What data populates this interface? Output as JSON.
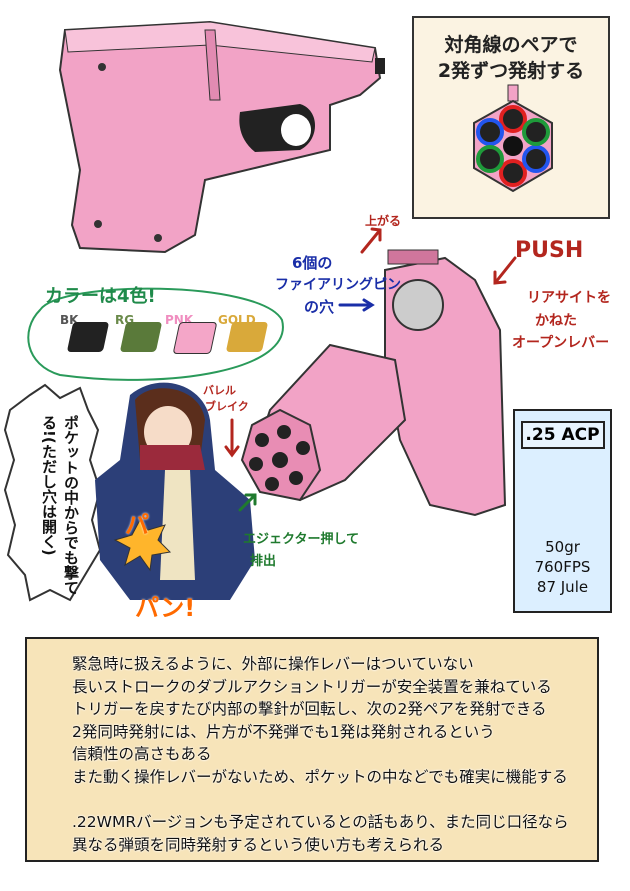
{
  "diagram_panel": {
    "caption_line1": "対角線のペアで",
    "caption_line2": "2発ずつ発射する"
  },
  "colors_callout": {
    "title": "カラーは4色!",
    "variants": [
      {
        "label": "BK",
        "color": "#222222"
      },
      {
        "label": "RG",
        "color": "#5a7a3a"
      },
      {
        "label": "PNK",
        "color": "#f4a6c8"
      },
      {
        "label": "GOLD",
        "color": "#d9a93a"
      }
    ]
  },
  "annotations": {
    "rises": "上がる",
    "firing_pin_holes_1": "6個の",
    "firing_pin_holes_2": "ファイアリングピン",
    "firing_pin_holes_3": "の穴",
    "push": "PUSH",
    "rear_sight_1": "リアサイトを",
    "rear_sight_2": "かねた",
    "rear_sight_3": "オープンレバー",
    "barrel_break_1": "バレル",
    "barrel_break_2": "ブレイク",
    "ejector_1": "エジェクター押して",
    "ejector_2": "排出"
  },
  "character": {
    "speech": "ポケットの中からでも撃てる!(ただし穴は開く)",
    "sfx_pa": "パ",
    "sfx_pan": "パン!"
  },
  "ammo": {
    "caliber": ".25 ACP",
    "weight": "50gr",
    "velocity": "760FPS",
    "energy": "87 Jule"
  },
  "notes": {
    "lines": [
      "緊急時に扱えるように、外部に操作レバーはついていない",
      "長いストロークのダブルアクショントリガーが安全装置を兼ねている",
      "トリガーを戻すたび内部の撃針が回転し、次の2発ペアを発射できる",
      "2発同時発射には、片方が不発弾でも1発は発射されるという",
      "信頼性の高さもある",
      "また動く操作レバーがないため、ポケットの中などでも確実に機能する",
      "",
      ".22WMRバージョンも予定されているとの話もあり、また同じ口径なら",
      "異なる弾頭を同時発射するという使い方も考えられる"
    ]
  },
  "palette": {
    "pink": "#f2a3c6",
    "pink_dark": "#b9577f",
    "annotation_red": "#b3261e",
    "annotation_blue": "#1a2ea8",
    "annotation_green": "#1f7a2e",
    "callout_green": "#2a9a5a"
  }
}
